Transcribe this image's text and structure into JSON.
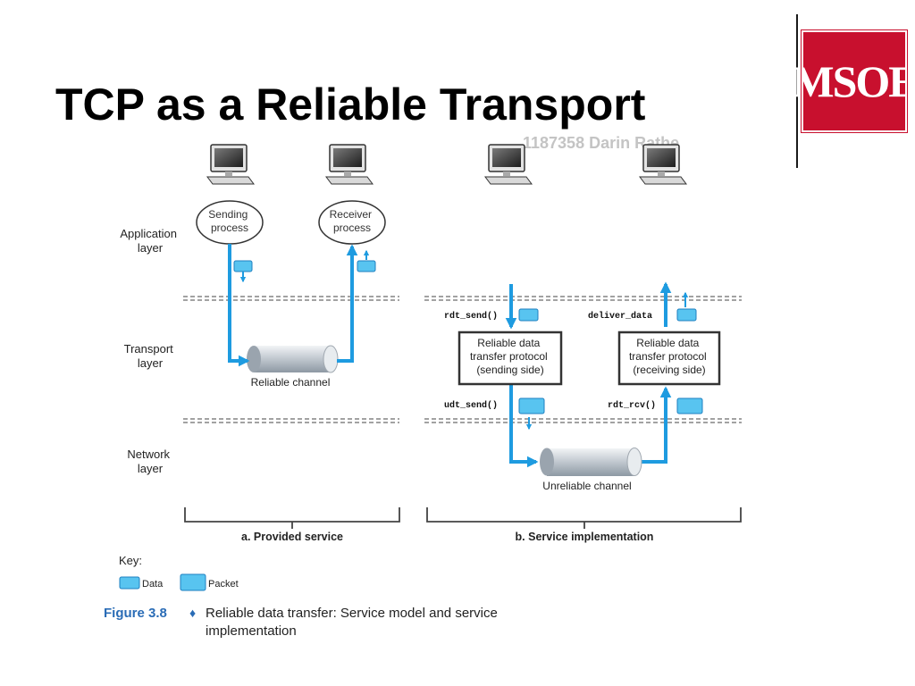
{
  "slide": {
    "title": "TCP as a Reliable Transport",
    "logo_text": "MSOE",
    "watermark": "1187358 Darin Rathe"
  },
  "diagram": {
    "layers": {
      "application": [
        "Application",
        "layer"
      ],
      "transport": [
        "Transport",
        "layer"
      ],
      "network": [
        "Network",
        "layer"
      ]
    },
    "processes": {
      "sending": [
        "Sending",
        "process"
      ],
      "receiver": [
        "Receiver",
        "process"
      ]
    },
    "channels": {
      "reliable": "Reliable channel",
      "unreliable": "Unreliable channel"
    },
    "protocol_boxes": {
      "sending": [
        "Reliable data",
        "transfer protocol",
        "(sending side)"
      ],
      "receiving": [
        "Reliable data",
        "transfer protocol",
        "(receiving side)"
      ]
    },
    "functions": {
      "rdt_send": "rdt_send()",
      "deliver_data": "deliver_data",
      "udt_send": "udt_send()",
      "rdt_rcv": "rdt_rcv()"
    },
    "panels": {
      "a": "a. Provided service",
      "b": "b. Service implementation"
    },
    "key": {
      "title": "Key:",
      "data": "Data",
      "packet": "Packet"
    },
    "caption": {
      "figure": "Figure 3.8",
      "text": [
        "Reliable data transfer: Service model and service",
        "implementation"
      ]
    },
    "colors": {
      "flow": "#1e9be0",
      "packet_fill": "#58c4f0",
      "caption_blue": "#2a6cb6"
    }
  }
}
